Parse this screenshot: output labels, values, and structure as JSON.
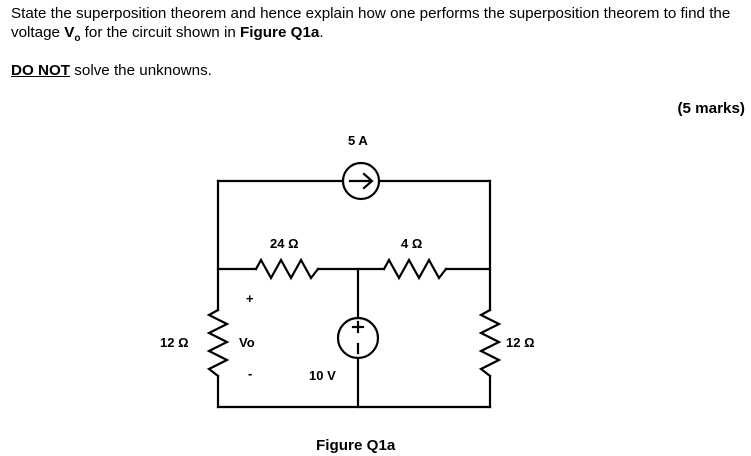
{
  "question": {
    "part1": "State the superposition theorem and hence explain how one performs the superposition theorem to find the voltage ",
    "var_main": "V",
    "var_sub": "o",
    "part2": " for the circuit shown in ",
    "figure_ref": "Figure Q1a",
    "part3": "."
  },
  "instruction": {
    "emphasis": "DO NOT",
    "rest": " solve the unknowns."
  },
  "marks": "(5 marks)",
  "circuit": {
    "current_source_label": "5 A",
    "r_left_label": "12 Ω",
    "r_top_left_label": "24 Ω",
    "r_top_right_label": "4 Ω",
    "r_right_label": "12 Ω",
    "voltage_source_label": "10 V",
    "vo_label": "Vo",
    "plus_sign": "+",
    "minus_sign": "-"
  },
  "caption": "Figure Q1a"
}
